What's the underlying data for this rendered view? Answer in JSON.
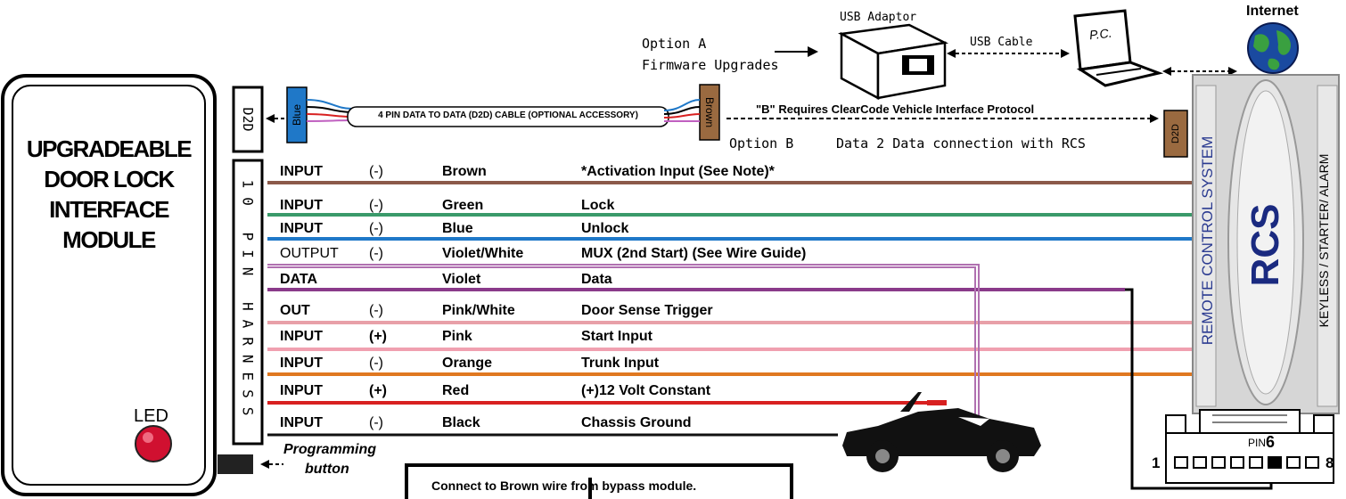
{
  "module": {
    "title_lines": [
      "UPGRADEABLE",
      "DOOR LOCK",
      "INTERFACE",
      "MODULE"
    ],
    "led_label": "LED",
    "programming_label_1": "Programming",
    "programming_label_2": "button"
  },
  "d2d_port_label": "D2D",
  "harness_label": "10 PIN HARNESS",
  "cable": {
    "label": "4 PIN DATA TO DATA (D2D) CABLE (OPTIONAL ACCESSORY)",
    "left_plug": "Blue",
    "right_plug": "Brown"
  },
  "top": {
    "option_a_1": "Option A",
    "option_a_2": "Firmware Upgrades",
    "usb_adaptor": "USB Adaptor",
    "usb_cable": "USB Cable",
    "pc_label": "P.C.",
    "internet": "Internet",
    "option_b_note": "\"B\" Requires ClearCode Vehicle Interface Protocol",
    "option_b_1": "Option B",
    "option_b_2": "Data 2 Data connection with RCS"
  },
  "rcs": {
    "d2d": "D2D",
    "name": "RCS",
    "side_text": "REMOTE CONTROL SYSTEM",
    "side_text_2": "KEYLESS / STARTER/ ALARM"
  },
  "wires": [
    {
      "io": "INPUT",
      "polarity": "(-)",
      "color_name": "Brown",
      "function": "*Activation Input (See Note)*",
      "hex": "#8b5a4a"
    },
    {
      "io": "INPUT",
      "polarity": "(-)",
      "color_name": "Green",
      "function": "Lock",
      "hex": "#3a9a6a"
    },
    {
      "io": "INPUT",
      "polarity": "(-)",
      "color_name": "Blue",
      "function": "Unlock",
      "hex": "#1f78c8"
    },
    {
      "io": "OUTPUT",
      "polarity": "(-)",
      "color_name": "Violet/White",
      "function": "MUX (2nd Start) (See Wire Guide)",
      "hex": "#b070b0"
    },
    {
      "io": "DATA",
      "polarity": "",
      "color_name": "Violet",
      "function": "Data",
      "hex": "#8a3a8a"
    },
    {
      "io": "OUT",
      "polarity": "(-)",
      "color_name": "Pink/White",
      "function": "Door Sense Trigger",
      "hex": "#e8a0a8"
    },
    {
      "io": "INPUT",
      "polarity": "(+)",
      "color_name": "Pink",
      "function": "Start Input",
      "hex": "#f0a0b0"
    },
    {
      "io": "INPUT",
      "polarity": "(-)",
      "color_name": "Orange",
      "function": "Trunk Input",
      "hex": "#e07820"
    },
    {
      "io": "INPUT",
      "polarity": "(+)",
      "color_name": "Red",
      "function": "(+)12 Volt Constant",
      "hex": "#d82020"
    },
    {
      "io": "INPUT",
      "polarity": "(-)",
      "color_name": "Black",
      "function": "Chassis Ground",
      "hex": "#111111"
    }
  ],
  "connector": {
    "pin_label": "PIN",
    "pin_number": "6",
    "left_num": "1",
    "right_num": "8"
  },
  "note": "Connect to Brown wire  from bypass module."
}
